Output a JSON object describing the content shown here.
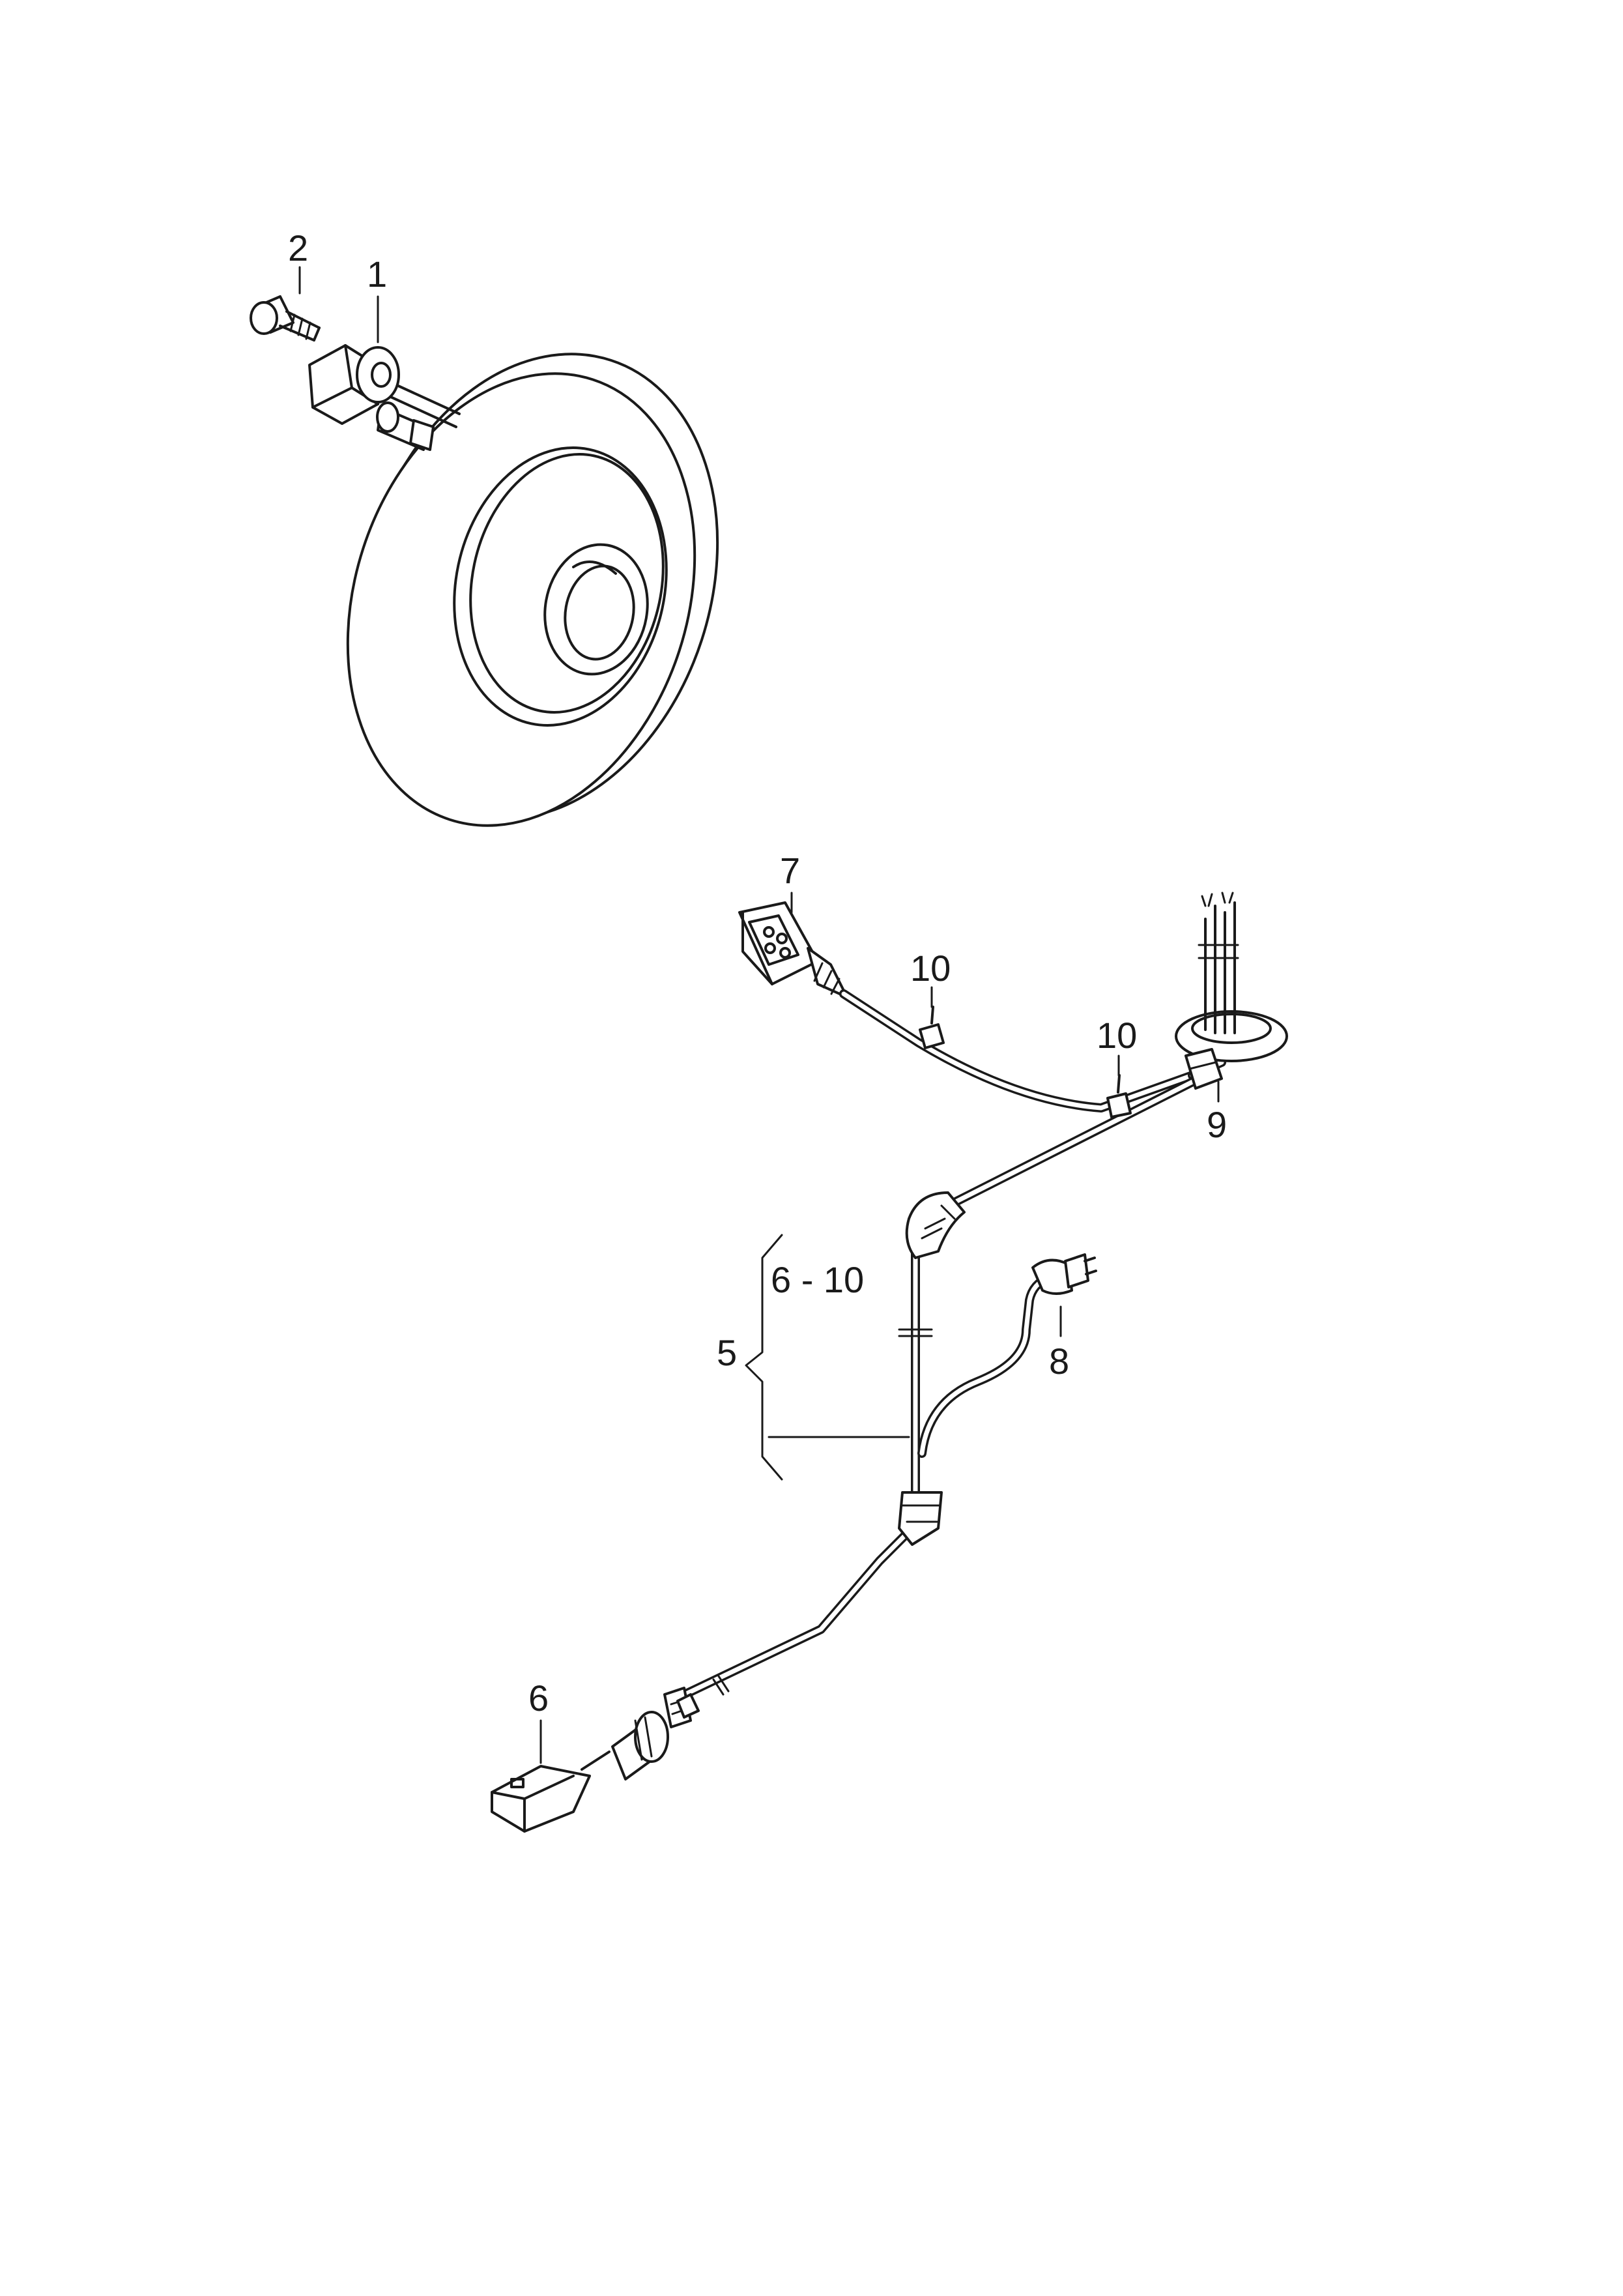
{
  "callouts": {
    "c1": "1",
    "c2": "2",
    "c5": "5",
    "c6": "6",
    "c6_10": "6 - 10",
    "c7": "7",
    "c8": "8",
    "c9": "9",
    "c10a": "10",
    "c10b": "10"
  }
}
